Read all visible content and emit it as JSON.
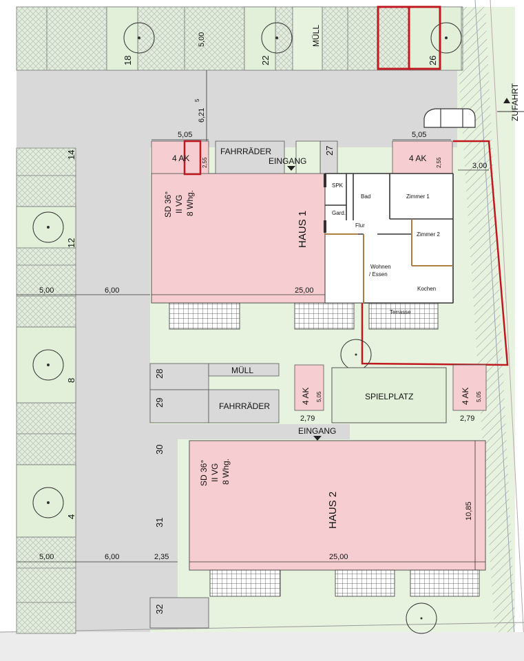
{
  "colors": {
    "grass": "#e7f2df",
    "lawn": "#e2efd9",
    "paving": "#d9d9d9",
    "house": "#f6cdd0",
    "ak": "#f6cdd0",
    "highlight": "#c0181f",
    "line": "#555555"
  },
  "parking_top": {
    "number_18": "18",
    "number_22": "22",
    "number_26": "26",
    "muell": "MÜLL",
    "dim_500": "5,00"
  },
  "parking_left": {
    "number_14": "14",
    "number_12": "12",
    "number_8": "8",
    "number_4": "4"
  },
  "dimensions": {
    "d_621": "6,21",
    "d_621_sup": "5",
    "d_505_a": "5,05",
    "d_505_b": "5,05",
    "d_255_a": "2,55",
    "d_255_b": "2,55",
    "d_300": "3,00",
    "d_500_left": "5,00",
    "d_600_left": "6,00",
    "d_2500_h1": "25,00",
    "d_505_c": "5,05",
    "d_505_d": "5,05",
    "d_279_a": "2,79",
    "d_279_b": "2,79",
    "d_1085": "10,85",
    "d_500_bottom": "5,00",
    "d_600_bottom": "6,00",
    "d_235": "2,35",
    "d_2500_h2": "25,00"
  },
  "zufahrt": "ZUFAHRT",
  "house1": {
    "name": "HAUS 1",
    "roof": "SD 36°",
    "floors": "II VG",
    "units": "8 Whg.",
    "ak_left": "4 AK",
    "ak_right": "4 AK",
    "fahrraeder": "FAHRRÄDER",
    "eingang": "EINGANG",
    "num_27": "27"
  },
  "floorplan": {
    "spk": "SPK",
    "bad": "Bad",
    "zimmer1": "Zimmer 1",
    "gard": "Gard.",
    "flur": "Flur",
    "zimmer2": "Zimmer 2",
    "wohnen": "Wohnen",
    "essen": "/ Essen",
    "kochen": "Kochen",
    "terrasse": "Terrasse"
  },
  "middle": {
    "num_28": "28",
    "num_29": "29",
    "muell": "MÜLL",
    "fahrraeder": "FAHRRÄDER",
    "ak_left": "4 AK",
    "spielplatz": "SPIELPLATZ",
    "ak_right": "4 AK",
    "eingang": "EINGANG"
  },
  "house2": {
    "name": "HAUS 2",
    "roof": "SD 36°",
    "floors": "II VG",
    "units": "8 Whg.",
    "num_30": "30",
    "num_31": "31",
    "num_32": "32"
  }
}
